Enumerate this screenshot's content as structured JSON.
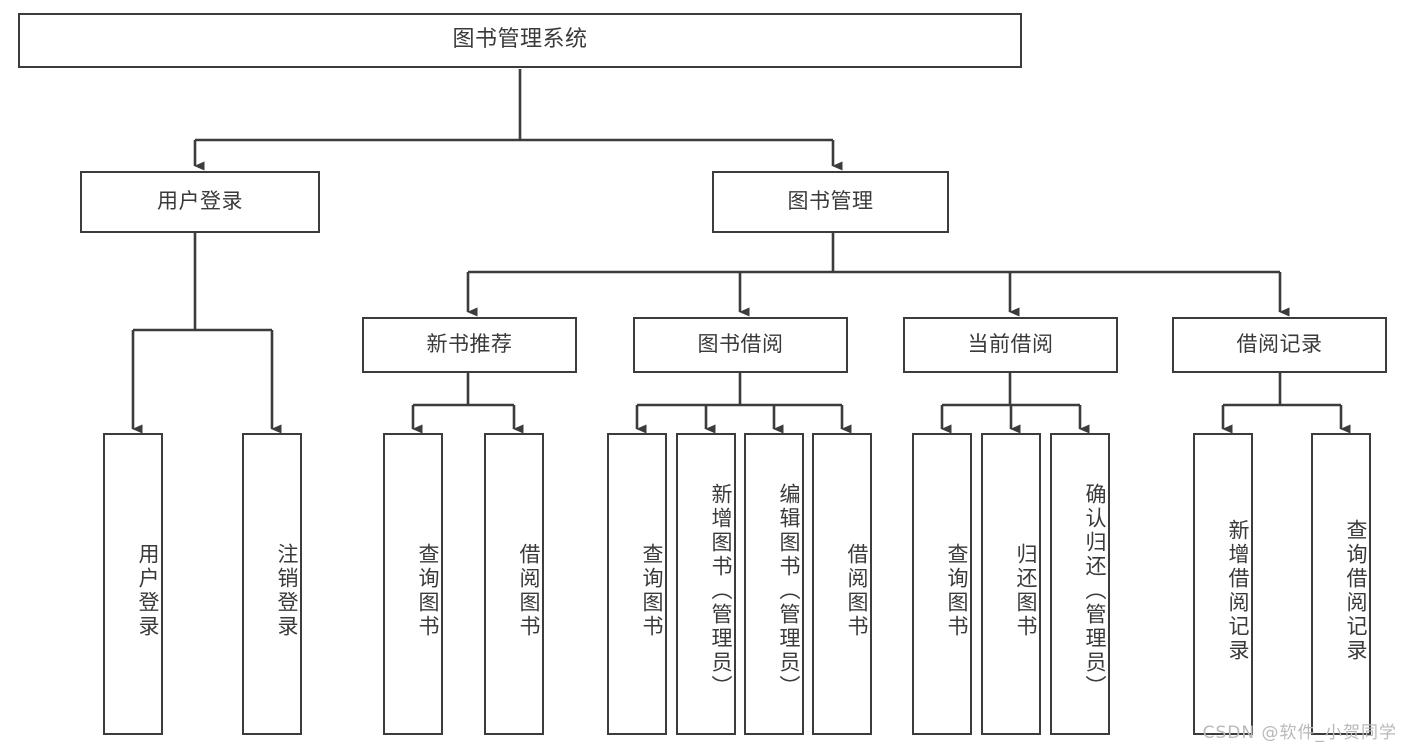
{
  "diagram": {
    "type": "tree",
    "title": "图书管理系统",
    "stroke_color": "#3c3c3c",
    "text_color": "#3a3a3a",
    "background_color": "#ffffff",
    "root": {
      "label": "图书管理系统"
    },
    "level2": [
      {
        "label": "用户登录"
      },
      {
        "label": "图书管理"
      }
    ],
    "level3": [
      {
        "label": "新书推荐"
      },
      {
        "label": "图书借阅"
      },
      {
        "label": "当前借阅"
      },
      {
        "label": "借阅记录"
      }
    ],
    "leaves": {
      "user_login": [
        {
          "label": "用户登录"
        },
        {
          "label": "注销登录"
        }
      ],
      "new_book_recommend": [
        {
          "label": "查询图书"
        },
        {
          "label": "借阅图书"
        }
      ],
      "book_borrow": [
        {
          "label": "查询图书"
        },
        {
          "label": "新增图书（管理员）"
        },
        {
          "label": "编辑图书（管理员）"
        },
        {
          "label": "借阅图书"
        }
      ],
      "current_borrow": [
        {
          "label": "查询图书"
        },
        {
          "label": "归还图书"
        },
        {
          "label": "确认归还（管理员）"
        }
      ],
      "borrow_record": [
        {
          "label": "新增借阅记录"
        },
        {
          "label": "查询借阅记录"
        }
      ]
    }
  },
  "watermark": {
    "text": "CSDN @软件_小贺同学"
  }
}
